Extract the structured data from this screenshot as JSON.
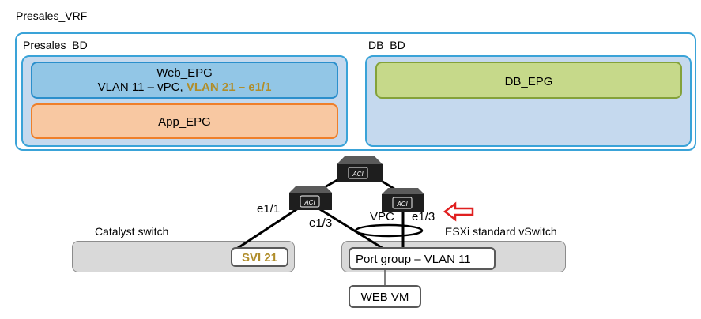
{
  "vrf": {
    "label": "Presales_VRF"
  },
  "bridge_domains": [
    {
      "label": "Presales_BD"
    },
    {
      "label": "DB_BD"
    }
  ],
  "epgs": {
    "web": {
      "name": "Web_EPG",
      "vlan_text": "VLAN 11 – vPC, ",
      "vlan_highlight": "VLAN 21 – e1/1"
    },
    "app": {
      "name": "App_EPG"
    },
    "db": {
      "name": "DB_EPG"
    }
  },
  "fabric": {
    "spine_icon": "aci-switch-icon",
    "leaf_label": "ACI",
    "link_labels": {
      "e1_1": "e1/1",
      "e1_3_left": "e1/3",
      "vpc": "VPC",
      "e1_3_right": "e1/3"
    }
  },
  "catalyst": {
    "label": "Catalyst switch",
    "svi": "SVI 21"
  },
  "esxi": {
    "label": "ESXi standard vSwitch",
    "port_group": "Port group – VLAN 11"
  },
  "vm": {
    "label": "WEB VM"
  },
  "colors": {
    "accent_blue": "#3aa3d8",
    "highlight_gold": "#b08d2a",
    "arrow_red": "#e02020"
  }
}
